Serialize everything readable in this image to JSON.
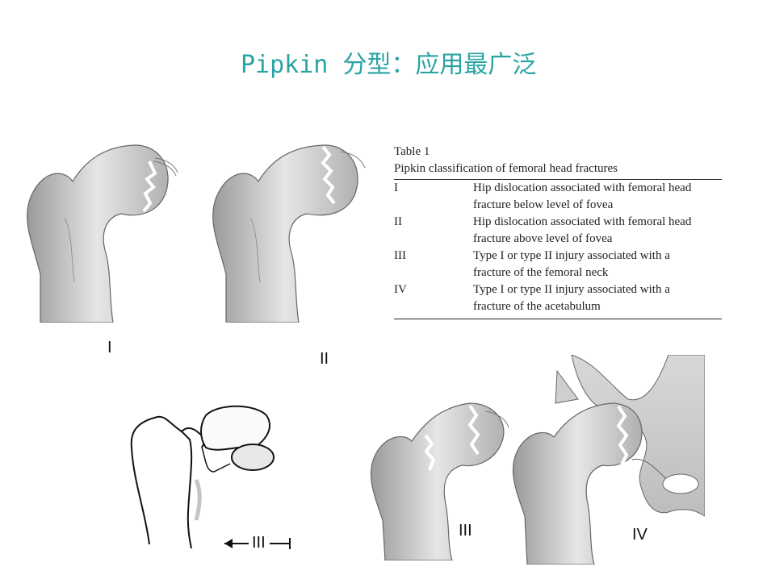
{
  "title": "Pipkin 分型：应用最广泛",
  "figure_labels": [
    "I",
    "II",
    "III",
    "IV"
  ],
  "neck_fracture_label": "III",
  "table": {
    "caption": "Table 1",
    "heading": "Pipkin classification of femoral head fractures",
    "rows": [
      {
        "type": "I",
        "line1": "Hip dislocation associated with femoral head",
        "line2": "fracture below level of fovea"
      },
      {
        "type": "II",
        "line1": "Hip dislocation associated with femoral head",
        "line2": "fracture above level of fovea"
      },
      {
        "type": "III",
        "line1": "Type I or type II injury associated with a",
        "line2": "fracture of the femoral neck"
      },
      {
        "type": "IV",
        "line1": "Type I or type II injury associated with a",
        "line2": "fracture of the acetabulum"
      }
    ]
  }
}
